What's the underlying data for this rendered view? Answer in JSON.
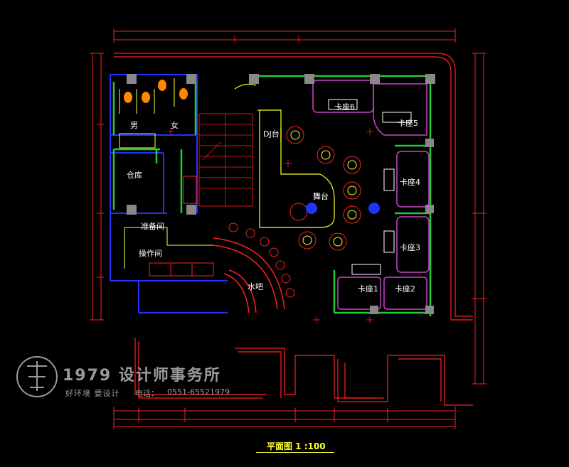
{
  "colors": {
    "background": "#000000",
    "wall_green": "#22cc33",
    "wall_blue": "#2233ff",
    "dim_red": "#ff2020",
    "fixture_yellow": "#ffff33",
    "booth_purple": "#cc44cc",
    "text_white": "#ffffff",
    "watermark_gray": "#9a9a9a"
  },
  "rooms": {
    "male_toilet": "男",
    "female_toilet": "女",
    "storage": "仓库",
    "prep": "准备间",
    "office": "操作间",
    "dj": "DJ台",
    "stage": "舞台",
    "bar": "水吧",
    "booth_1": "卡座1",
    "booth_2": "卡座2",
    "booth_3": "卡座3",
    "booth_4": "卡座4",
    "booth_5": "卡座5",
    "booth_6": "卡座6"
  },
  "watermark": {
    "title": "1979 设计师事务所",
    "slogan": "好环境 要设计",
    "phone_label": "电话：",
    "phone": "0551-65521979"
  },
  "caption": {
    "text": "平面图  1 :100"
  }
}
